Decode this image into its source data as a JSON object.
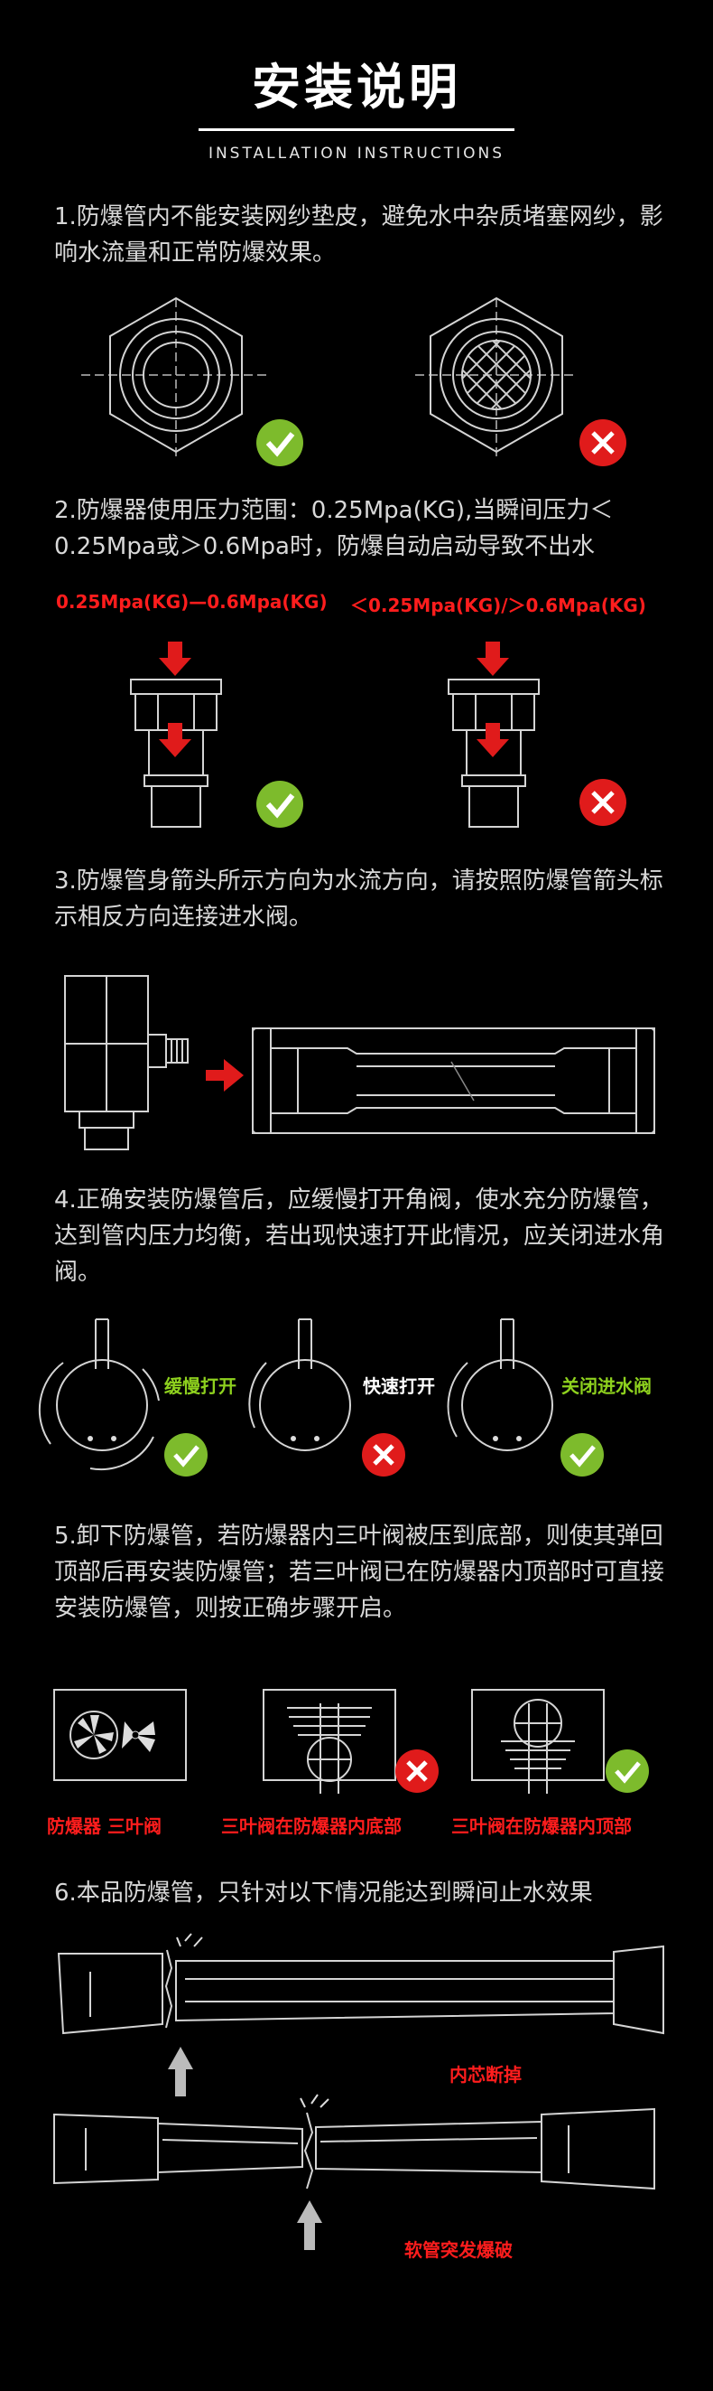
{
  "header": {
    "title": "安装说明",
    "subtitle": "INSTALLATION INSTRUCTIONS"
  },
  "steps": [
    {
      "text": "1.防爆管内不能安装网纱垫皮，避免水中杂质堵塞网纱，影响水流量和正常防爆效果。"
    },
    {
      "text": "2.防爆器使用压力范围：0.25Mpa(KG),当瞬间压力＜0.25Mpa或＞0.6Mpa时，防爆自动启动导致不出水",
      "label_ok": "0.25Mpa(KG)—0.6Mpa(KG)",
      "label_bad": "＜0.25Mpa(KG)/＞0.6Mpa(KG)"
    },
    {
      "text": "3.防爆管身箭头所示方向为水流方向，请按照防爆管箭头标示相反方向连接进水阀。"
    },
    {
      "text": "4.正确安装防爆管后，应缓慢打开角阀，使水充分防爆管，达到管内压力均衡，若出现快速打开此情况，应关闭进水角阀。",
      "label_slow": "缓慢打开",
      "label_fast": "快速打开",
      "label_close": "关闭进水阀"
    },
    {
      "text": "5.卸下防爆管，若防爆器内三叶阀被压到底部，则使其弹回顶部后再安装防爆管；若三叶阀已在防爆器内顶部时可直接安装防爆管，则按正确步骤开启。",
      "label_valve": "防爆器 三叶阀",
      "label_bottom": "三叶阀在防爆器内底部",
      "label_top": "三叶阀在防爆器内顶部"
    },
    {
      "text": "6.本品防爆管，只针对以下情况能达到瞬间止水效果",
      "label_core": "内芯断掉",
      "label_hose": "软管突发爆破"
    }
  ],
  "colors": {
    "accent_red": "#e01b1b",
    "accent_green": "#7dbb2c",
    "background": "#000000"
  }
}
